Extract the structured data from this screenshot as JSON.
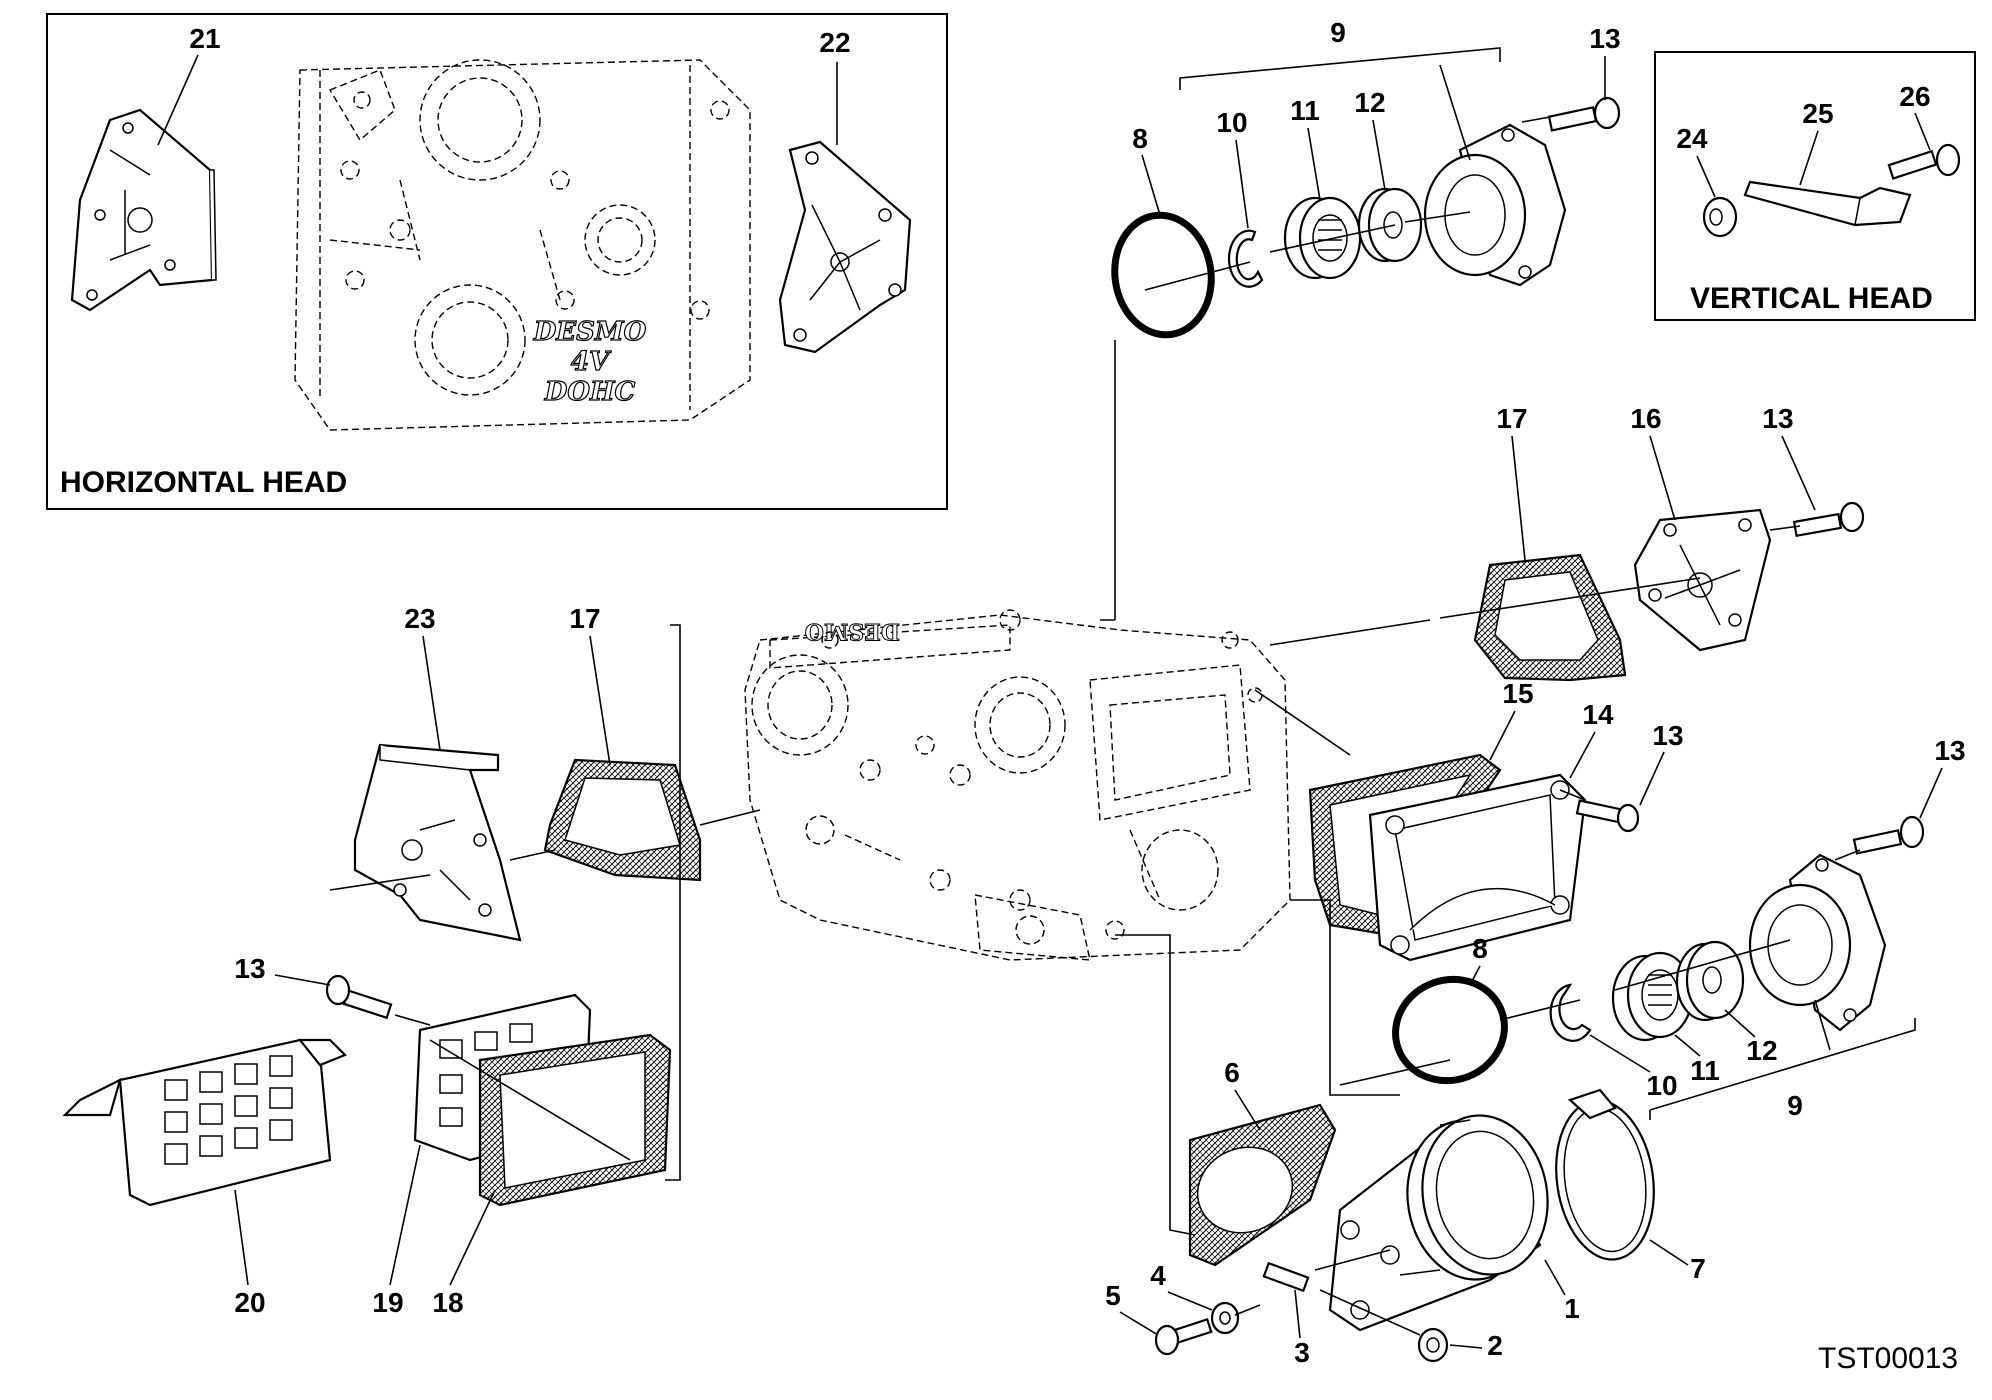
{
  "drawing_code": "TST00013",
  "insets": {
    "horizontal_head": {
      "title": "HORIZONTAL HEAD",
      "cover_text": [
        "DESMO",
        "4V",
        "DOHC"
      ]
    },
    "vertical_head": {
      "title": "VERTICAL HEAD"
    }
  },
  "main_head_casting_text": "DESMO",
  "callouts": {
    "c1": "1",
    "c2": "2",
    "c3": "3",
    "c4": "4",
    "c5": "5",
    "c6": "6",
    "c7": "7",
    "c8a": "8",
    "c8b": "8",
    "c9a": "9",
    "c9b": "9",
    "c10a": "10",
    "c10b": "10",
    "c11a": "11",
    "c11b": "11",
    "c12a": "12",
    "c12b": "12",
    "c13a": "13",
    "c13b": "13",
    "c13c": "13",
    "c13d": "13",
    "c13e": "13",
    "c14": "14",
    "c15": "15",
    "c16": "16",
    "c17a": "17",
    "c17b": "17",
    "c18": "18",
    "c19": "19",
    "c20": "20",
    "c21": "21",
    "c22": "22",
    "c23": "23",
    "c24": "24",
    "c25": "25",
    "c26": "26"
  }
}
